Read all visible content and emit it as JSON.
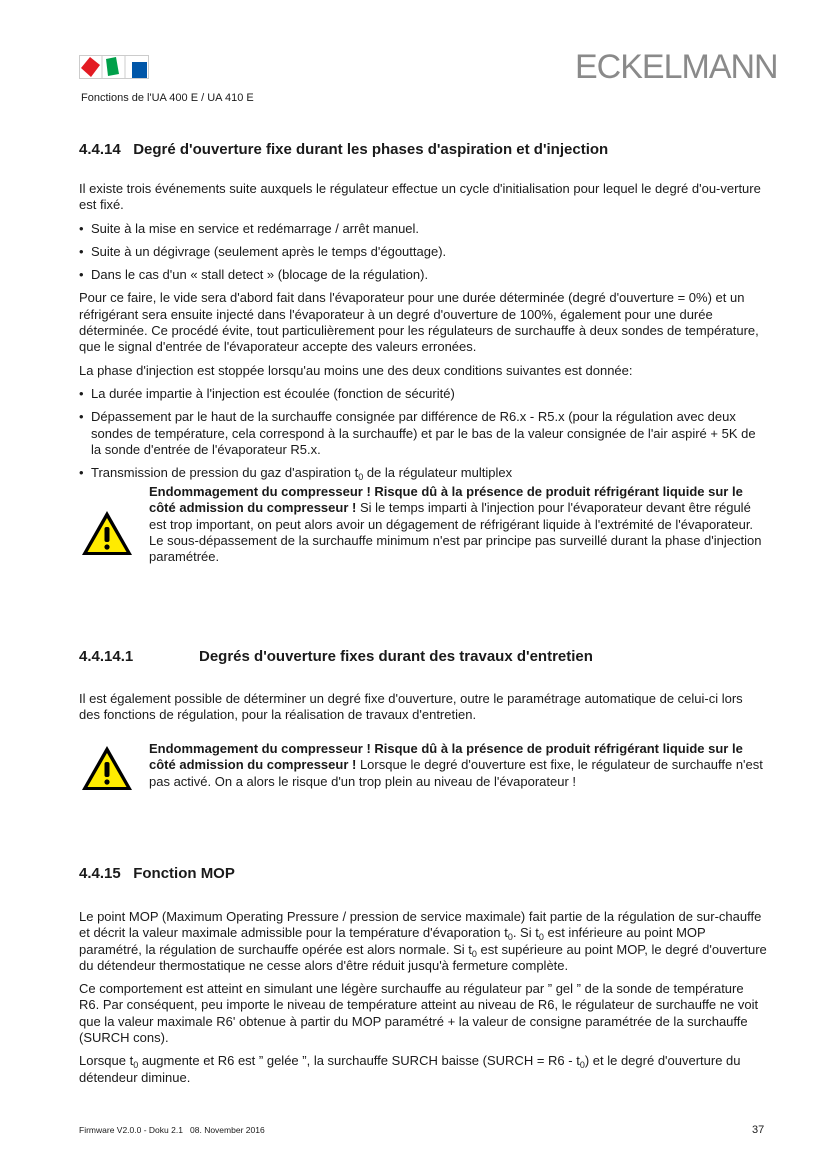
{
  "header": {
    "subtitle": "Fonctions de l'UA 400 E / UA 410 E",
    "brand": "ECKELMANN"
  },
  "s1": {
    "heading": "4.4.14   Degré d'ouverture fixe durant les phases d'aspiration et d'injection",
    "p1": "Il existe trois événements suite auxquels le régulateur effectue un cycle d'initialisation pour lequel le degré d'ou-verture est fixé.",
    "bullets1": [
      "Suite à la mise en service et redémarrage / arrêt manuel.",
      "Suite à un dégivrage (seulement après le temps d'égouttage).",
      "Dans le cas d'un « stall detect » (blocage de la régulation)."
    ],
    "p2": "Pour ce faire, le vide sera d'abord fait dans l'évaporateur pour une durée déterminée (degré d'ouverture = 0%) et un réfrigérant sera ensuite injecté dans l'évaporateur à un degré d'ouverture de 100%, également pour une durée déterminée. Ce procédé évite, tout particulièrement pour les régulateurs de surchauffe à deux sondes de température, que le signal d'entrée de l'évaporateur accepte des valeurs erronées.",
    "p3": "La phase d'injection est stoppée lorsqu'au moins une des deux conditions suivantes est donnée:",
    "bullets2": [
      "La durée impartie à l'injection est écoulée (fonction de sécurité)",
      "Dépassement par le haut de la surchauffe consignée par différence de R6.x - R5.x (pour la régulation avec deux sondes de température, cela correspond à la surchauffe) et par le bas de la valeur consignée de l'air aspiré + 5K de la sonde d'entrée de l'évaporateur R5.x."
    ],
    "bullet3": {
      "a": "Transmission de pression du gaz d'aspiration t",
      "sub": "0",
      "b": " de la régulateur multiplex"
    },
    "warning": {
      "bold": "Endommagement du compresseur ! Risque dû à la présence de produit réfrigérant liquide sur le côté admission du compresseur !",
      "text": " Si le temps imparti à l'injection pour l'évaporateur devant être régulé est trop important, on peut alors avoir un dégagement de réfrigérant liquide à l'extrémité de l'évaporateur. Le sous-dépassement de la surchauffe minimum n'est par principe pas surveillé durant la phase d'injection paramétrée."
    }
  },
  "s2": {
    "number": "4.4.14.1",
    "title": "Degrés d'ouverture fixes durant des travaux d'entretien",
    "p1": "Il est également possible de déterminer un degré fixe d'ouverture, outre le paramétrage automatique de celui-ci lors des fonctions de régulation, pour la réalisation de travaux d'entretien.",
    "warning": {
      "bold": "Endommagement du compresseur ! Risque dû à la présence de produit réfrigérant liquide sur le côté admission du compresseur !",
      "text": " Lorsque le degré d'ouverture est fixe, le régulateur de surchauffe n'est pas activé. On a alors le risque d'un trop plein au niveau de l'évaporateur !"
    }
  },
  "s3": {
    "heading": "4.4.15   Fonction MOP",
    "p1": {
      "a": "Le point MOP (Maximum Operating Pressure / pression de service maximale) fait partie de la régulation de sur-chauffe et décrit la valeur maximale admissible pour la température d'évaporation t",
      "sub1": "0",
      "b": ". Si t",
      "sub2": "0",
      "c": " est inférieure au point MOP paramétré, la régulation de surchauffe opérée est alors normale. Si t",
      "sub3": "0",
      "d": " est supérieure au point MOP, le degré d'ouverture du détendeur thermostatique ne cesse alors d'être réduit jusqu'à fermeture complète."
    },
    "p2": "Ce comportement est atteint en simulant une légère surchauffe au régulateur par ” gel ” de la sonde de température R6. Par conséquent, peu importe le niveau de température atteint au niveau de R6, le régulateur de surchauffe ne voit que la valeur maximale R6' obtenue à partir du MOP paramétré + la valeur de consigne paramétrée de la surchauffe (SURCH cons).",
    "p3": {
      "a": "Lorsque t",
      "sub1": "0",
      "b": " augmente et R6 est ” gelée ”, la surchauffe SURCH baisse (SURCH = R6 - t",
      "sub2": "0",
      "c": ") et le degré d'ouverture du détendeur diminue."
    }
  },
  "footer": {
    "left": "Firmware V2.0.0 - Doku 2.1   08. November 2016",
    "page": "37"
  }
}
